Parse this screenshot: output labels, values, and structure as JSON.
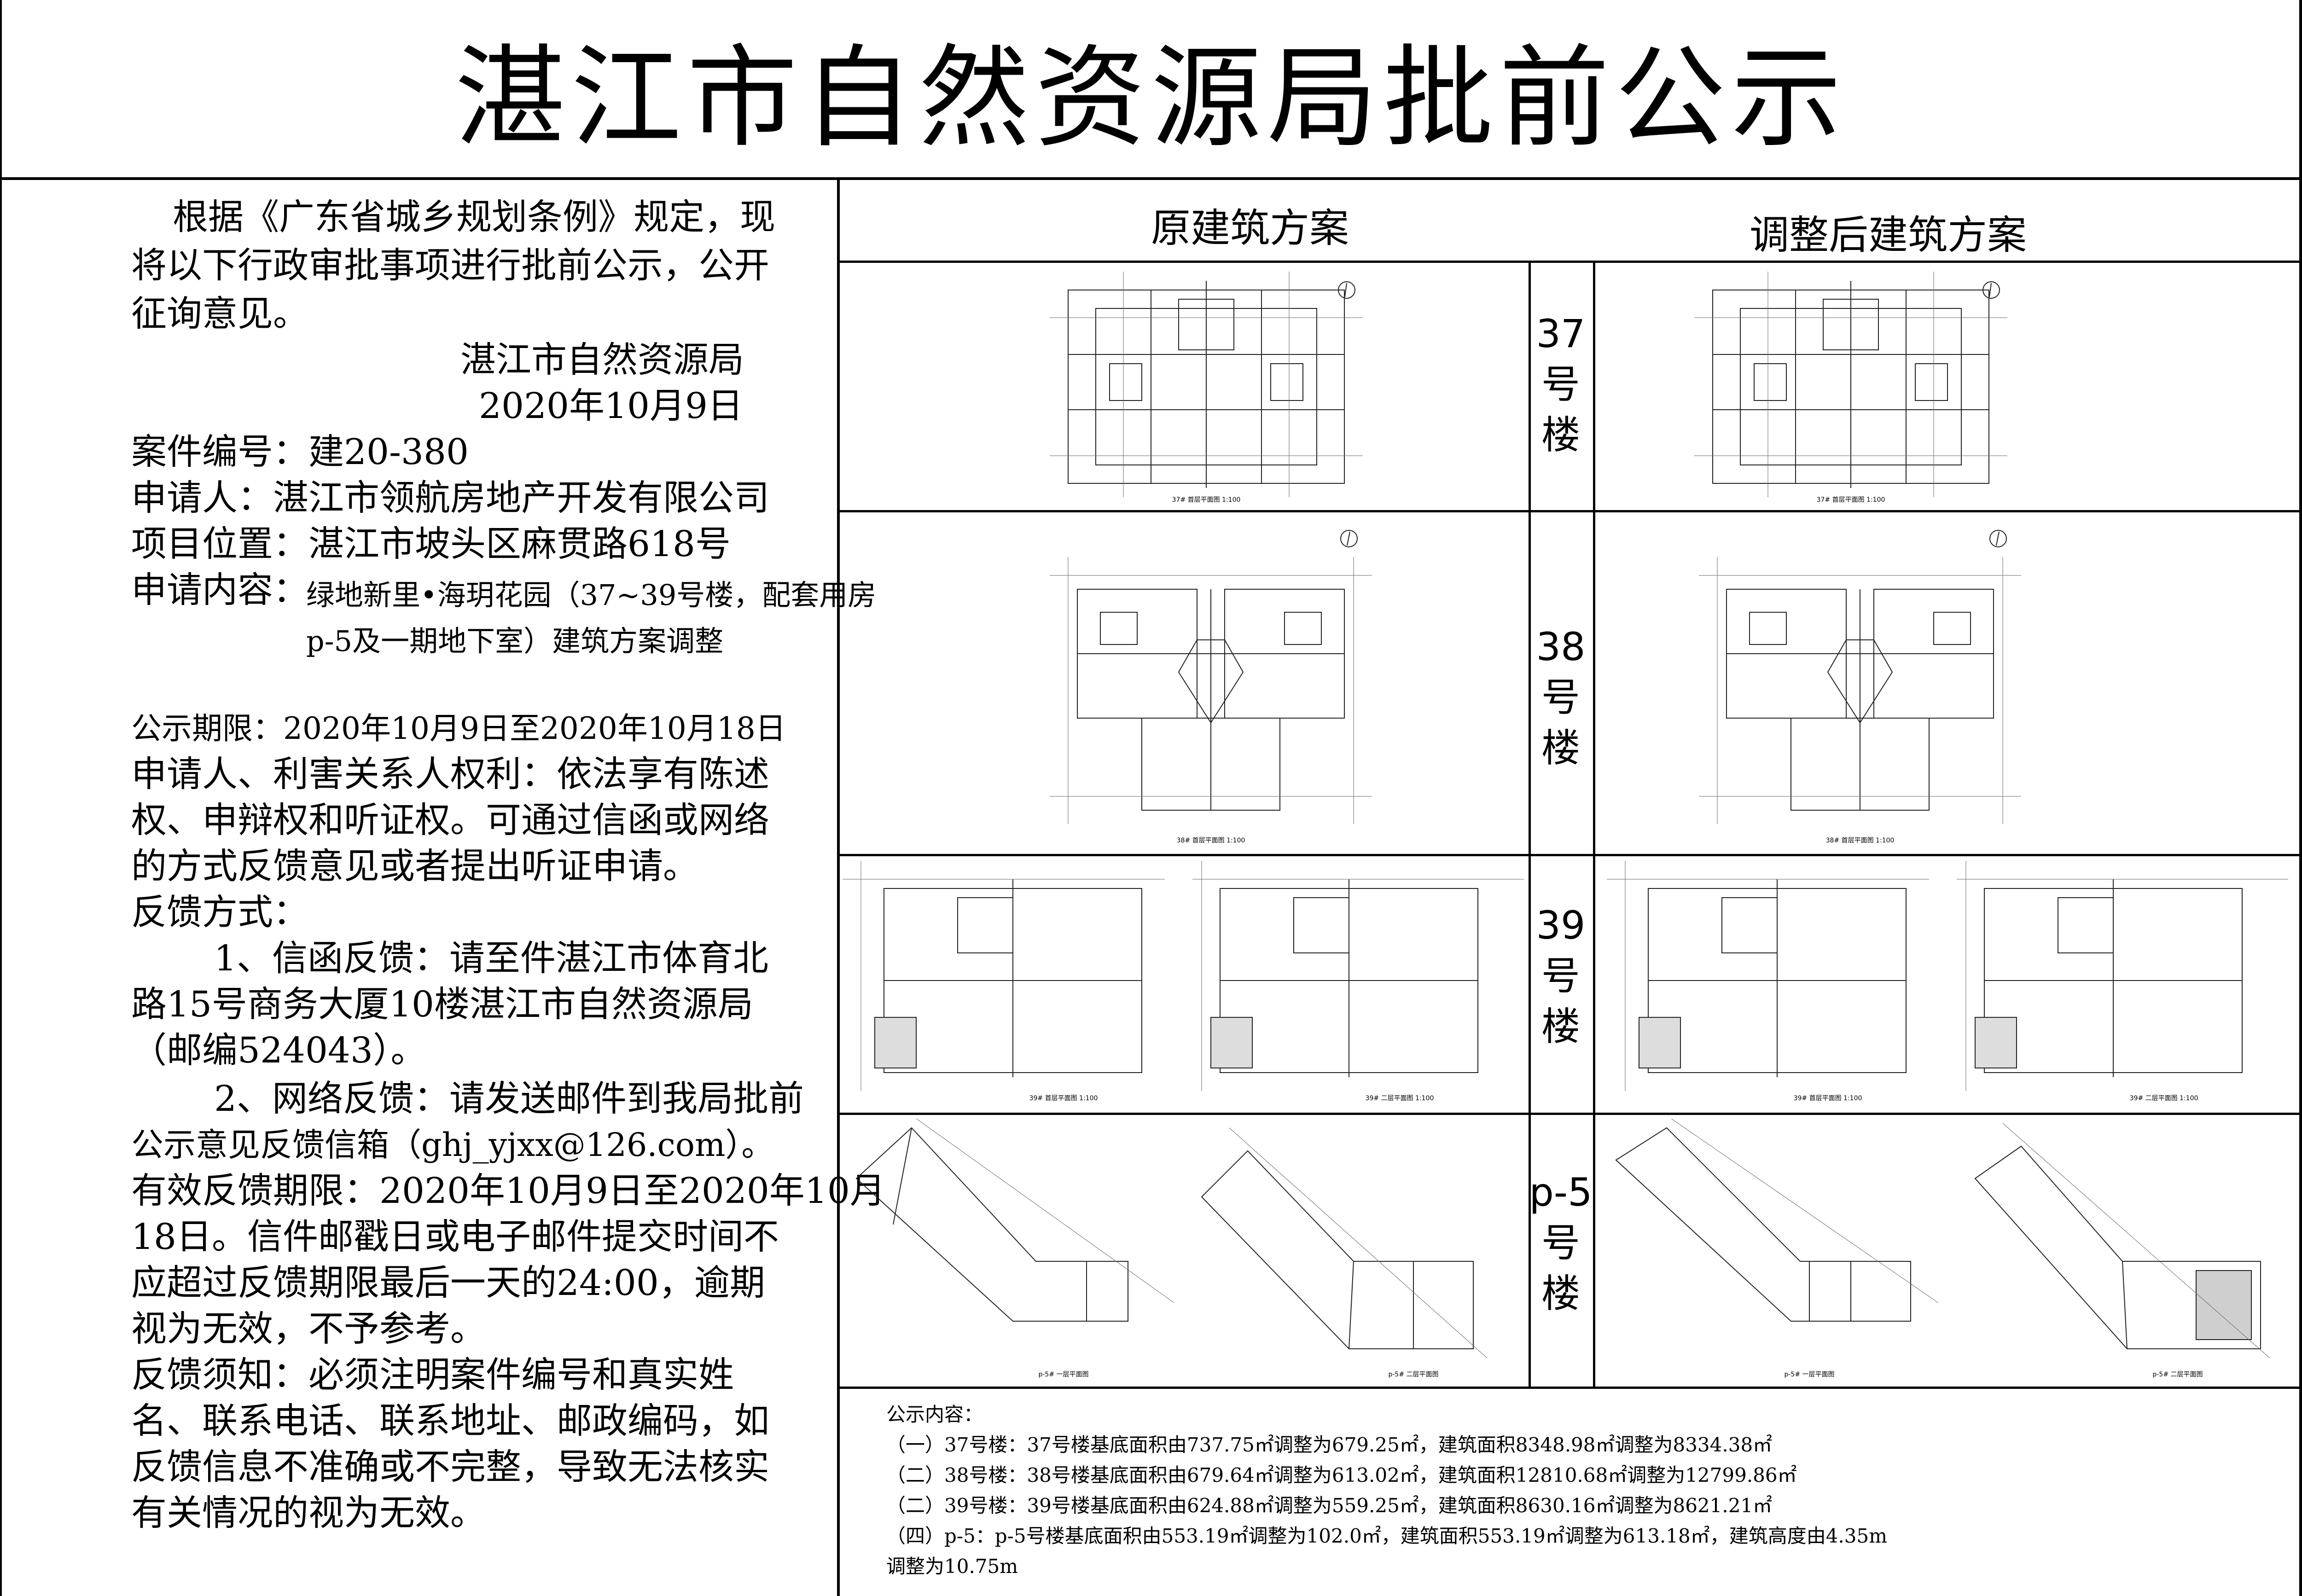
{
  "title": "湛江市自然资源局批前公示",
  "left": {
    "intro": [
      "根据《广东省城乡规划条例》规定，现",
      "将以下行政审批事项进行批前公示，公开",
      "征询意见。"
    ],
    "org": "湛江市自然资源局",
    "date": "2020年10月9日",
    "case_no": "案件编号：建20-380",
    "applicant": "申请人：湛江市领航房地产开发有限公司",
    "location": "项目位置：湛江市坡头区麻贯路618号",
    "content_label": "申请内容：",
    "content_lines": [
      "绿地新里•海玥花园（37~39号楼，配套用房",
      "p-5及一期地下室）建筑方案调整"
    ],
    "period": "公示期限：2020年10月9日至2020年10月18日",
    "rights": [
      "申请人、利害关系人权利：依法享有陈述",
      "权、申辩权和听证权。可通过信函或网络",
      "的方式反馈意见或者提出听证申请。"
    ],
    "feedback_title": "反馈方式：",
    "letter": [
      "1、信函反馈：请至件湛江市体育北",
      "路15号商务大厦10楼湛江市自然资源局",
      "（邮编524043）。"
    ],
    "email": [
      "2、网络反馈：请发送邮件到我局批前",
      "公示意见反馈信箱（ghj_yjxx@126.com）。"
    ],
    "valid": [
      "有效反馈期限：2020年10月9日至2020年10月",
      "18日。信件邮戳日或电子邮件提交时间不",
      "应超过反馈期限最后一天的24:00，逾期",
      "视为无效，不予参考。"
    ],
    "notice": [
      "反馈须知：必须注明案件编号和真实姓",
      "名、联系电话、联系地址、邮政编码，如",
      "反馈信息不准确或不完整，导致无法核实",
      "有关情况的视为无效。"
    ]
  },
  "headers": {
    "original": "原建筑方案",
    "adjusted": "调整后建筑方案"
  },
  "buildings": [
    {
      "label": [
        "37",
        "号",
        "楼"
      ]
    },
    {
      "label": [
        "38",
        "号",
        "楼"
      ]
    },
    {
      "label": [
        "39",
        "号",
        "楼"
      ]
    },
    {
      "label": [
        "p-5",
        "号",
        "楼"
      ]
    }
  ],
  "plan_captions": {
    "b37": "37# 首层平面图 1:100",
    "b38": "38# 首层平面图 1:100",
    "b39a": "39# 首层平面图 1:100",
    "b39b": "39# 二层平面图 1:100",
    "p5a": "p-5# 一层平面图",
    "p5b": "p-5# 二层平面图"
  },
  "notes": {
    "title": "公示内容：",
    "lines": [
      "（一）37号楼：37号楼基底面积由737.75㎡调整为679.25㎡，建筑面积8348.98㎡调整为8334.38㎡",
      "（二）38号楼：38号楼基底面积由679.64㎡调整为613.02㎡，建筑面积12810.68㎡调整为12799.86㎡",
      "（二）39号楼：39号楼基底面积由624.88㎡调整为559.25㎡，建筑面积8630.16㎡调整为8621.21㎡",
      "（四）p-5：p-5号楼基底面积由553.19㎡调整为102.0㎡，建筑面积553.19㎡调整为613.18㎡，建筑高度由4.35m",
      "调整为10.75m"
    ]
  }
}
